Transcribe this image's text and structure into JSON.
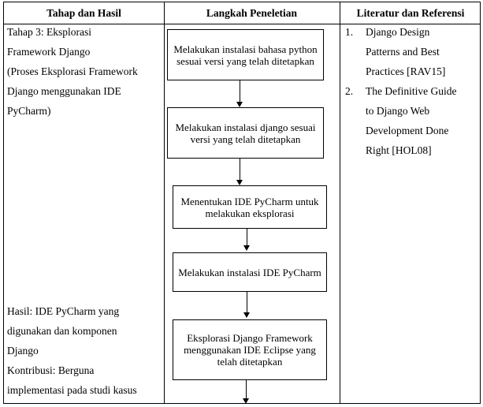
{
  "headers": {
    "col1": "Tahap dan Hasil",
    "col2": "Langkah Peneletian",
    "col3": "Literatur dan Referensi"
  },
  "stage": {
    "lines": [
      "Tahap 3: Eksplorasi",
      "Framework Django",
      "(Proses Eksplorasi Framework",
      "Django menggunakan IDE",
      "PyCharm)"
    ]
  },
  "result": {
    "lines": [
      "Hasil: IDE PyCharm yang",
      "digunakan dan komponen",
      "Django",
      "Kontribusi: Berguna",
      "implementasi pada studi kasus"
    ]
  },
  "steps": [
    "Melakukan instalasi bahasa python sesuai versi yang telah ditetapkan",
    "Melakukan instalasi django sesuai versi yang telah ditetapkan",
    "Menentukan IDE PyCharm untuk melakukan eksplorasi",
    "Melakukan instalasi IDE PyCharm",
    "Eksplorasi Django Framework menggunakan IDE Eclipse yang telah ditetapkan"
  ],
  "references": [
    {
      "num": "1.",
      "lines": [
        "Django Design",
        "Patterns and Best",
        "Practices [RAV15]"
      ]
    },
    {
      "num": "2.",
      "lines": [
        "The Definitive Guide",
        "to Django Web",
        "Development Done",
        "Right [HOL08]"
      ]
    }
  ]
}
